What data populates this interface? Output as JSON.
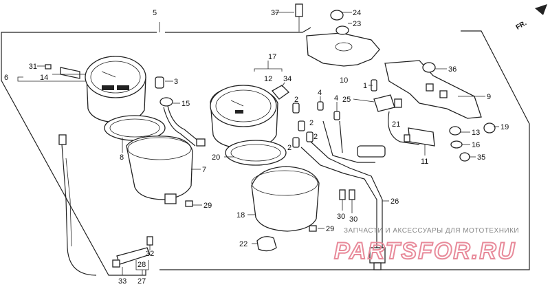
{
  "diagram": {
    "labels": [
      {
        "id": "p5",
        "text": "5"
      },
      {
        "id": "p37",
        "text": "37"
      },
      {
        "id": "p24",
        "text": "24"
      },
      {
        "id": "p23",
        "text": "23"
      },
      {
        "id": "p31",
        "text": "31"
      },
      {
        "id": "p6",
        "text": "6"
      },
      {
        "id": "p14",
        "text": "14"
      },
      {
        "id": "p3",
        "text": "3"
      },
      {
        "id": "p15",
        "text": "15"
      },
      {
        "id": "p17",
        "text": "17"
      },
      {
        "id": "p12",
        "text": "12"
      },
      {
        "id": "p34",
        "text": "34"
      },
      {
        "id": "p10",
        "text": "10"
      },
      {
        "id": "p1",
        "text": "1"
      },
      {
        "id": "p25",
        "text": "25"
      },
      {
        "id": "p4a",
        "text": "4"
      },
      {
        "id": "p4b",
        "text": "4"
      },
      {
        "id": "p2a",
        "text": "2"
      },
      {
        "id": "p2b",
        "text": "2"
      },
      {
        "id": "p2c",
        "text": "2"
      },
      {
        "id": "p2d",
        "text": "2"
      },
      {
        "id": "p36",
        "text": "36"
      },
      {
        "id": "p9",
        "text": "9"
      },
      {
        "id": "p21",
        "text": "21"
      },
      {
        "id": "p13",
        "text": "13"
      },
      {
        "id": "p19",
        "text": "19"
      },
      {
        "id": "p16",
        "text": "16"
      },
      {
        "id": "p35",
        "text": "35"
      },
      {
        "id": "p11",
        "text": "11"
      },
      {
        "id": "p8",
        "text": "8"
      },
      {
        "id": "p7",
        "text": "7"
      },
      {
        "id": "p20",
        "text": "20"
      },
      {
        "id": "p29a",
        "text": "29"
      },
      {
        "id": "p29b",
        "text": "29"
      },
      {
        "id": "p18",
        "text": "18"
      },
      {
        "id": "p26",
        "text": "26"
      },
      {
        "id": "p30a",
        "text": "30"
      },
      {
        "id": "p30b",
        "text": "30"
      },
      {
        "id": "p22",
        "text": "22"
      },
      {
        "id": "p32",
        "text": "32"
      },
      {
        "id": "p28",
        "text": "28"
      },
      {
        "id": "p33",
        "text": "33"
      },
      {
        "id": "p27",
        "text": "27"
      }
    ],
    "direction_label": "FR.",
    "watermark_line": "ЗАПЧАСТИ И АКСЕССУАРЫ ДЛЯ МОТОТЕХНИКИ",
    "watermark_logo": "PARTSFOR.RU"
  }
}
